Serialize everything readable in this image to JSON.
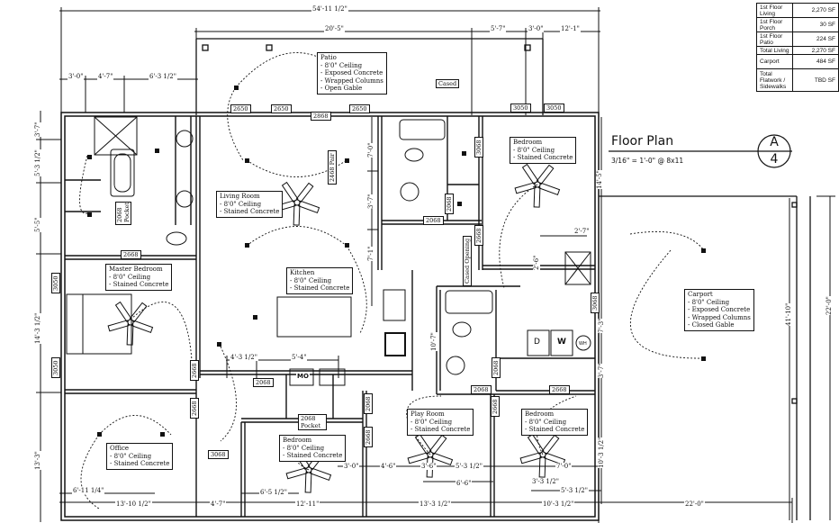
{
  "area_table": [
    {
      "label": "1st Floor Living",
      "value": "2,270 SF"
    },
    {
      "label": "1st Floor Porch",
      "value": "30 SF"
    },
    {
      "label": "1st Floor Patio",
      "value": "224 SF"
    },
    {
      "label": "Total Living",
      "value": "2,270 SF"
    },
    {
      "label": "Carport",
      "value": "484 SF"
    },
    {
      "label": "Total Flatwork / Sidewalks",
      "value": "TBD SF"
    }
  ],
  "title": {
    "name": "Floor Plan",
    "scale": "3/16\" = 1'-0\" @ 8x11",
    "sheet_letter": "A",
    "sheet_number": "4"
  },
  "rooms": {
    "patio": [
      "Patio",
      "- 8'0\" Ceiling",
      "- Exposed Concrete",
      "- Wrapped Columns",
      "- Open Gable"
    ],
    "living": [
      "Living Room",
      "- 8'0\" Ceiling",
      "- Stained Concrete"
    ],
    "kitchen": [
      "Kitchen",
      "- 8'0\" Ceiling",
      "- Stained Concrete"
    ],
    "master": [
      "Master Bedroom",
      "- 8'0\" Ceiling",
      "- Stained Concrete"
    ],
    "office": [
      "Office",
      "- 8'0\" Ceiling",
      "- Stained Concrete"
    ],
    "bedroom_ne": [
      "Bedroom",
      "- 8'0\" Ceiling",
      "- Stained Concrete"
    ],
    "bedroom_s": [
      "Bedroom",
      "- 8'0\" Ceiling",
      "- Stained Concrete"
    ],
    "playroom": [
      "Play Room",
      "- 8'0\" Ceiling",
      "- Stained Concrete"
    ],
    "bedroom_se": [
      "Bedroom",
      "- 8'0\" Ceiling",
      "- Stained Concrete"
    ],
    "carport": [
      "Carport",
      "- 8'0\" Ceiling",
      "- Exposed Concrete",
      "- Wrapped Columns",
      "- Closed Gable"
    ]
  },
  "tags": {
    "cased": "Cased",
    "cased_opening": "Cased Opening",
    "d2650": "2650",
    "d2868": "2868",
    "d3050": "3050",
    "d2068": "2068",
    "d2668": "2668",
    "d3068": "3068",
    "d2468pair": "2468 Pair",
    "d2068pocket": "2068 Pocket",
    "mo": "MO",
    "wh": "WH",
    "dryer": "D",
    "washer": "W"
  },
  "dims": {
    "overall_width": "54'-11 1/2\"",
    "patio_w": "20'-5\"",
    "d5_7": "5'-7\"",
    "d3_0": "3'-0\"",
    "d12_1": "12'-1\"",
    "left_3_0": "3'-0\"",
    "left_4_7": "4'-7\"",
    "left_6_3": "6'-3 1/2\"",
    "lv_3_7": "3'-7\"",
    "lv_5_3": "5'-3 1/2\"",
    "lv_5_5": "5'-5\"",
    "lv_14_3": "14'-3 1/2\"",
    "lv_13_3": "13'-3\"",
    "c_7_0": "7'-0\"",
    "c_3_7": "3'-7\"",
    "c_7_1": "7'-1\"",
    "c_10_7": "10'-7\"",
    "r_14_5": "14'-5\"",
    "r_2_7": "2'-7\"",
    "r_2_6": "2'-6\"",
    "r_7_3": "7'-3\"",
    "r_3_7": "3'-7\"",
    "r_10_3": "10'-3 1/2\"",
    "k_4_3": "4'-3 1/2\"",
    "k_5_4": "5'-4\"",
    "b_3_0": "3'-0\"",
    "b_4_6": "4'-6\"",
    "b_3_6": "3'-6\"",
    "b_5_3a": "5'-3 1/2\"",
    "b_7_0": "7'-0\"",
    "b_6_6": "6'-6\"",
    "b_3_3": "3'-3 1/2\"",
    "b_5_3b": "5'-3 1/2\"",
    "b_6_11": "6'-11 1/4\"",
    "b_13_10": "13'-10 1/2\"",
    "b_4_7": "4'-7\"",
    "b_6_5": "6'-5 1/2\"",
    "b_12_11": "12'-11\"",
    "b_13_3": "13'-3 1/2\"",
    "b_10_3": "10'-3 1/2\"",
    "b_22_0": "22'-0\"",
    "carport_41_10": "41'-10\"",
    "carport_22_0": "22'-0\""
  }
}
